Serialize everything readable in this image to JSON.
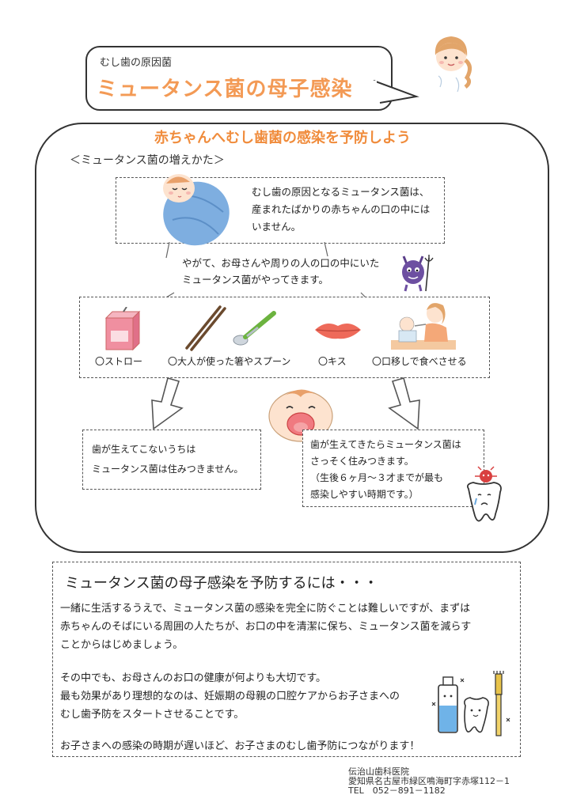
{
  "header": {
    "small_title": "むし歯の原因菌",
    "main_title": "ミュータンス菌の母子感染"
  },
  "main": {
    "heading": "赤ちゃんへむし歯菌の感染を予防しよう",
    "subheading": "＜ミュータンス菌の増えかた＞",
    "intro_lines": [
      "むし歯の原因となるミュータンス菌は、",
      "産まれたばかりの赤ちゃんの口の中には",
      "いません。"
    ],
    "middle_lines": [
      "やがて、お母さんや周りの人の口の中にいた",
      "ミュータンス菌がやってきます。"
    ],
    "items": [
      {
        "label": "〇ストロー",
        "icon": "juice-box-icon"
      },
      {
        "label": "〇大人が使った箸やスプーン",
        "icon": "chopsticks-spoon-icon"
      },
      {
        "label": "〇キス",
        "icon": "lips-icon"
      },
      {
        "label": "〇口移しで食べさせる",
        "icon": "mother-feeding-baby-icon"
      }
    ],
    "left_box_lines": [
      "歯が生えてこないうちは",
      "ミュータンス菌は住みつきません。"
    ],
    "right_box_lines": [
      "歯が生えてきたらミュータンス菌は",
      "さっそく住みつきます。",
      "（生後６ヶ月～３才までが最も",
      "感染しやすい時期です。）"
    ]
  },
  "prevention": {
    "title": "ミュータンス菌の母子感染を予防するには・・・",
    "para1_lines": [
      "一緒に生活するうえで、ミュータンス菌の感染を完全に防ぐことは難しいですが、まずは",
      "赤ちゃんのそばにいる周囲の人たちが、お口の中を清潔に保ち、ミュータンス菌を減らす",
      "ことからはじめましょう。"
    ],
    "para2_lines": [
      "その中でも、お母さんのお口の健康が何よりも大切です。",
      "最も効果があり理想的なのは、妊娠期の母親の口腔ケアからお子さまへの",
      "むし歯予防をスタートさせることです。"
    ],
    "para3": "お子さまへの感染の時期が遅いほど、お子さまのむし歯予防につながります！"
  },
  "footer": {
    "clinic": "伝治山歯科医院",
    "address": "愛知県名古屋市緑区鳴海町字赤塚112－1",
    "tel": "TEL　052－891－1182"
  },
  "colors": {
    "accent_orange": "#f39a55",
    "heading_orange": "#f08c3c",
    "baby_blue": "#7eaee0",
    "frame": "#333333"
  }
}
